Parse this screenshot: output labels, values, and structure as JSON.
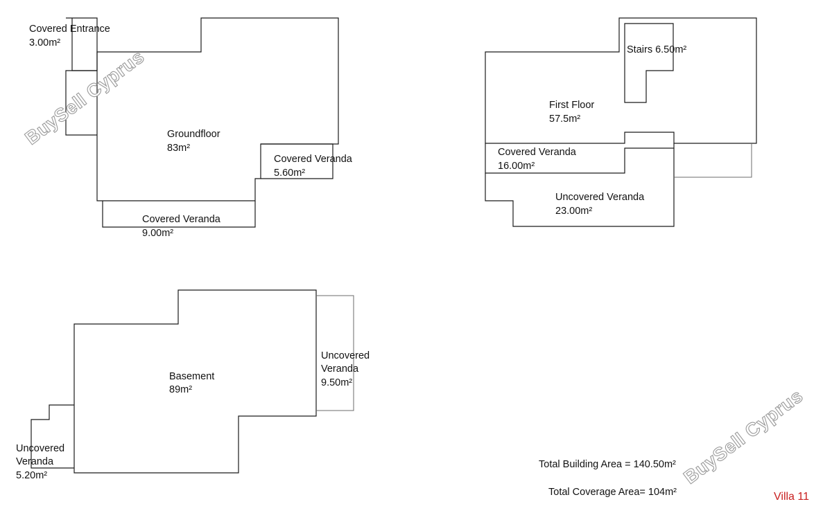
{
  "ground_floor": {
    "entrance_name": "Covered Entrance",
    "entrance_area": "3.00m²",
    "name": "Groundfloor",
    "area": "83m²",
    "veranda_side_name": "Covered Veranda",
    "veranda_side_area": "5.60m²",
    "veranda_front_name": "Covered Veranda",
    "veranda_front_area": "9.00m²"
  },
  "first_floor": {
    "stairs": "Stairs 6.50m²",
    "name": "First Floor",
    "area": "57.5m²",
    "covered_veranda_name": "Covered Veranda",
    "covered_veranda_area": "16.00m²",
    "uncovered_veranda_name": "Uncovered Veranda",
    "uncovered_veranda_area": "23.00m²"
  },
  "basement": {
    "name": "Basement",
    "area": "89m²",
    "veranda_right_line1": "Uncovered",
    "veranda_right_line2": "Veranda",
    "veranda_right_area": "9.50m²",
    "veranda_left_line1": "Uncovered",
    "veranda_left_line2": "Veranda",
    "veranda_left_area": "5.20m²"
  },
  "totals": {
    "building_area": "Total Building Area = 140.50m²",
    "coverage_area": "Total Coverage Area= 104m²"
  },
  "villa_label": "Villa 11",
  "watermark": "BuySell Cyprus",
  "colors": {
    "lines": "#1a1a1a",
    "label_red": "#c81e1e",
    "watermark_outline": "#9a9a9a"
  }
}
